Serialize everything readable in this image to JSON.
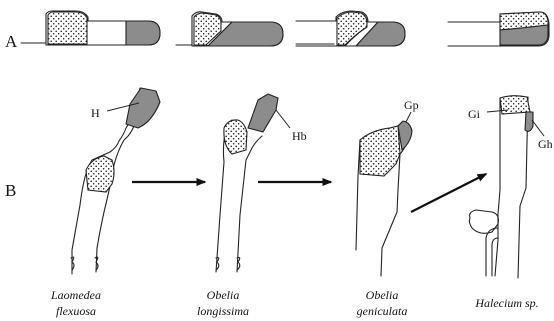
{
  "figure": {
    "panel_labels": {
      "a": "A",
      "b": "B"
    },
    "callouts": {
      "h": "H",
      "hb": "Hb",
      "gp": "Gp",
      "gi": "Gi",
      "gh": "Gh"
    },
    "species": [
      {
        "line1": "Laomedea",
        "line2": "flexuosa"
      },
      {
        "line1": "Obelia",
        "line2": "longissima"
      },
      {
        "line1": "Obelia",
        "line2": "geniculata"
      },
      {
        "line1": "Halecium sp.",
        "line2": ""
      }
    ],
    "colors": {
      "ink": "#222222",
      "shade": "#8c8c8c",
      "background": "#ffffff"
    }
  }
}
